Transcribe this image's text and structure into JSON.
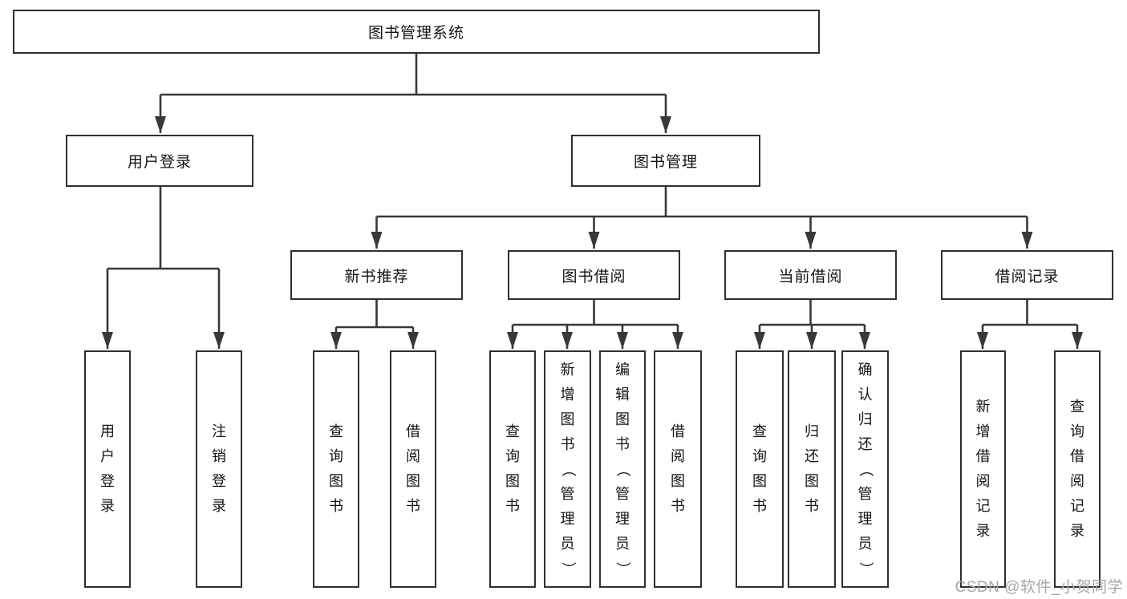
{
  "diagram": {
    "nodes": {
      "root": {
        "label": "图书管理系统"
      },
      "user_login": {
        "label": "用户登录"
      },
      "book_management": {
        "label": "图书管理"
      },
      "new_book_recommend": {
        "label": "新书推荐"
      },
      "book_borrow": {
        "label": "图书借阅"
      },
      "current_borrow": {
        "label": "当前借阅"
      },
      "borrow_record": {
        "label": "借阅记录"
      }
    },
    "leaves": [
      {
        "label": "用户登录",
        "parent": "用户登录"
      },
      {
        "label": "注销登录",
        "parent": "用户登录"
      },
      {
        "label": "查询图书",
        "parent": "新书推荐"
      },
      {
        "label": "借阅图书",
        "parent": "新书推荐"
      },
      {
        "label": "查询图书",
        "parent": "图书借阅"
      },
      {
        "label": "新增图书（管理员）",
        "parent": "图书借阅"
      },
      {
        "label": "编辑图书（管理员）",
        "parent": "图书借阅"
      },
      {
        "label": "借阅图书",
        "parent": "图书借阅"
      },
      {
        "label": "查询图书",
        "parent": "当前借阅"
      },
      {
        "label": "归还图书",
        "parent": "当前借阅"
      },
      {
        "label": "确认归还（管理员）",
        "parent": "当前借阅"
      },
      {
        "label": "新增借阅记录",
        "parent": "借阅记录"
      },
      {
        "label": "查询借阅记录",
        "parent": "借阅记录"
      }
    ]
  },
  "watermark": {
    "text": "CSDN @软件_小贺同学"
  },
  "colors": {
    "line": "#383838",
    "box_border": "#2f2f2f",
    "text": "#141414",
    "watermark": "#a6a6a6",
    "background": "#ffffff"
  }
}
